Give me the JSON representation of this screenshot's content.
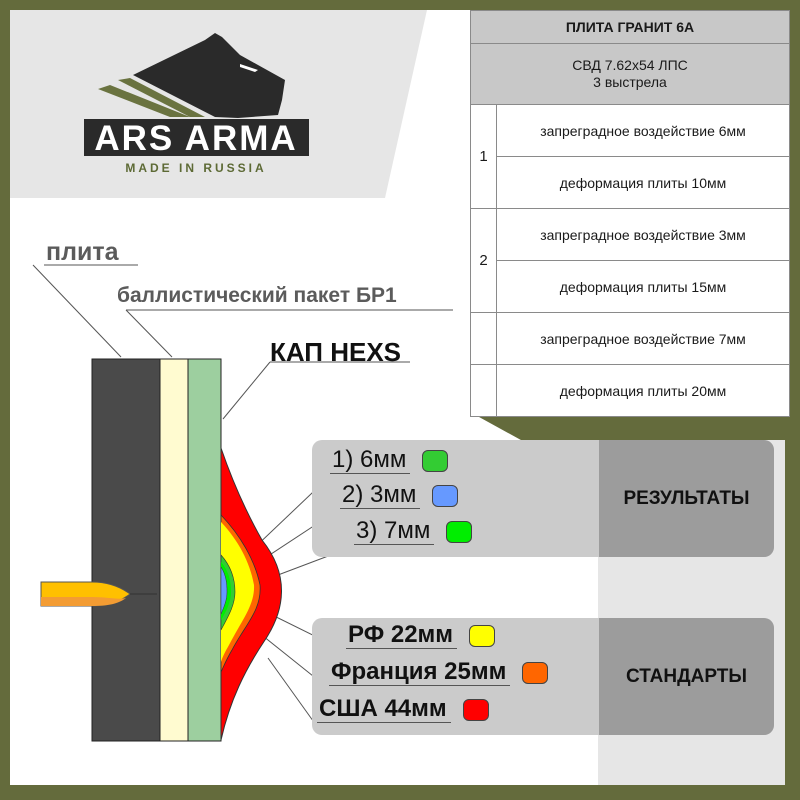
{
  "brand": {
    "name": "ARS ARMA",
    "tagline": "MADE IN RUSSIA",
    "logo_icon": "bear-head-icon"
  },
  "colors": {
    "frame": "#646b3c",
    "plate": "#4a4a4a",
    "ballistic_pack": "#fffbd0",
    "cap_hexs": "#9dcf9f",
    "result_1": "#33cc33",
    "result_2": "#6699ff",
    "result_3": "#00ee00",
    "std_rf": "#ffff00",
    "std_france": "#ff6600",
    "std_usa": "#ff0000",
    "bullet": "#ffc000"
  },
  "table": {
    "title": "ПЛИТА ГРАНИТ 6А",
    "ammo_line1": "СВД  7.62х54  ЛПС",
    "ammo_line2": "3 выстрела",
    "shots": [
      {
        "num": "1",
        "trauma": "запреградное воздействие 6мм",
        "deformation": "деформация плиты 10мм"
      },
      {
        "num": "2",
        "trauma": "запреградное воздействие 3мм",
        "deformation": "деформация плиты 15мм"
      },
      {
        "num": "",
        "trauma": "запреградное воздействие 7мм",
        "deformation": "деформация плиты 20мм"
      }
    ]
  },
  "diagram": {
    "label_plate": "плита",
    "label_pack": "баллистический пакет БР1",
    "label_cap": "КАП HEXS",
    "bullet_icon": "bullet-icon"
  },
  "results": {
    "title": "РЕЗУЛЬТАТЫ",
    "items": [
      {
        "label": "1) 6мм",
        "color": "#33cc33"
      },
      {
        "label": "2) 3мм",
        "color": "#6699ff"
      },
      {
        "label": "3) 7мм",
        "color": "#00ee00"
      }
    ]
  },
  "standards": {
    "title": "СТАНДАРТЫ",
    "items": [
      {
        "label": "РФ 22мм",
        "color": "#ffff00"
      },
      {
        "label": "Франция 25мм",
        "color": "#ff6600"
      },
      {
        "label": "США 44мм",
        "color": "#ff0000"
      }
    ]
  }
}
